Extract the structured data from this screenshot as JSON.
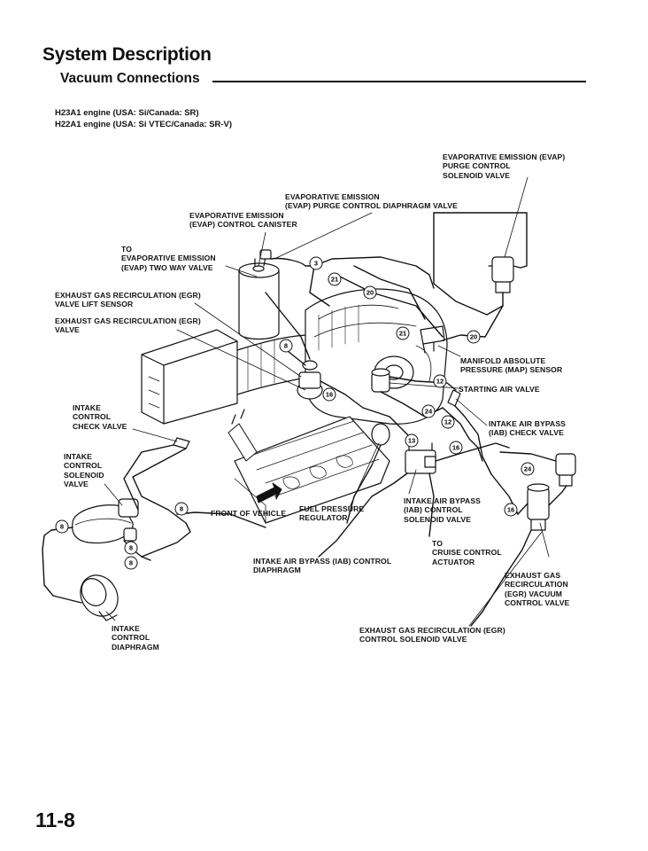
{
  "header": {
    "title": "System Description",
    "section": "Vacuum Connections"
  },
  "engines": [
    "H23A1 engine (USA: Si/Canada: SR)",
    "H22A1 engine (USA: Si VTEC/Canada: SR-V)"
  ],
  "labels": {
    "evap_purge_solenoid": "EVAPORATIVE EMISSION (EVAP)\nPURGE CONTROL\nSOLENOID VALVE",
    "evap_purge_diaphragm": "EVAPORATIVE EMISSION\n(EVAP) PURGE CONTROL DIAPHRAGM VALVE",
    "evap_canister": "EVAPORATIVE EMISSION\n(EVAP) CONTROL CANISTER",
    "evap_two_way": "TO\nEVAPORATIVE EMISSION\n(EVAP) TWO WAY VALVE",
    "egr_lift_sensor": "EXHAUST GAS RECIRCULATION (EGR)\nVALVE LIFT SENSOR",
    "egr_valve": "EXHAUST GAS RECIRCULATION (EGR)\nVALVE",
    "map_sensor": "MANIFOLD ABSOLUTE\nPRESSURE (MAP) SENSOR",
    "starting_air_valve": "STARTING AIR VALVE",
    "iab_check_valve": "INTAKE AIR BYPASS\n(IAB) CHECK VALVE",
    "intake_check_valve": "INTAKE\nCONTROL\nCHECK VALVE",
    "intake_control_solenoid": "INTAKE\nCONTROL\nSOLENOID\nVALVE",
    "front_of_vehicle": "FRONT OF VEHICLE",
    "fuel_pressure_regulator": "FUEL PRESSURE\nREGULATOR",
    "iab_control_solenoid": "INTAKE AIR BYPASS\n(IAB) CONTROL\nSOLENOID VALVE",
    "cruise_control": "TO\nCRUISE CONTROL\nACTUATOR",
    "iab_control_diaphragm": "INTAKE AIR BYPASS (IAB) CONTROL\nDIAPHRAGM",
    "egr_vacuum_control_valve": "EXHAUST GAS\nRECIRCULATION\n(EGR) VACUUM\nCONTROL VALVE",
    "egr_control_solenoid": "EXHAUST GAS RECIRCULATION (EGR)\nCONTROL SOLENOID VALVE",
    "intake_control_diaphragm": "INTAKE\nCONTROL\nDIAPHRAGM"
  },
  "hose_numbers": [
    "3",
    "21",
    "20",
    "8",
    "16",
    "21",
    "20",
    "12",
    "24",
    "12",
    "13",
    "16",
    "24",
    "16",
    "8",
    "8",
    "8",
    "8"
  ],
  "page": {
    "number": "11-8"
  }
}
